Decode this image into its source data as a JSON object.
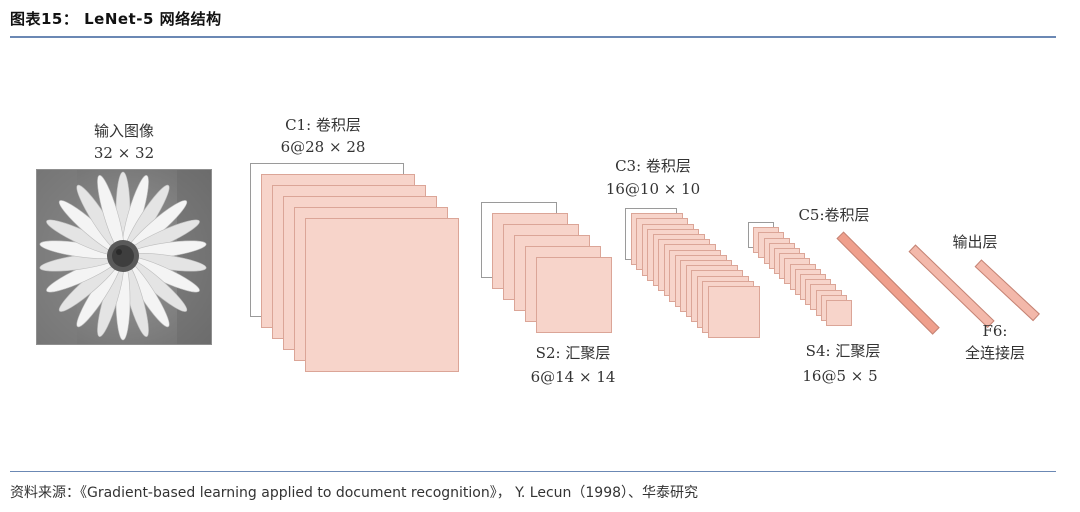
{
  "header": {
    "title": "图表15：  LeNet-5 网络结构"
  },
  "diagram": {
    "input": {
      "title": "输入图像",
      "size": "32 × 32"
    },
    "c1": {
      "title": "C1: 卷积层",
      "size": "6@28 × 28"
    },
    "s2": {
      "title": "S2: 汇聚层",
      "size": "6@14 × 14"
    },
    "c3": {
      "title": "C3: 卷积层",
      "size": "16@10 × 10"
    },
    "s4": {
      "title": "S4: 汇聚层",
      "size": "16@5 × 5"
    },
    "c5": {
      "title": "C5:卷积层"
    },
    "f6": {
      "title": "F6:",
      "subtitle": "全连接层"
    },
    "output": {
      "title": "输出层"
    }
  },
  "footer": {
    "source": "资料来源：《Gradient-based learning applied to document recognition》， Y. Lecun（1998）、华泰研究"
  }
}
